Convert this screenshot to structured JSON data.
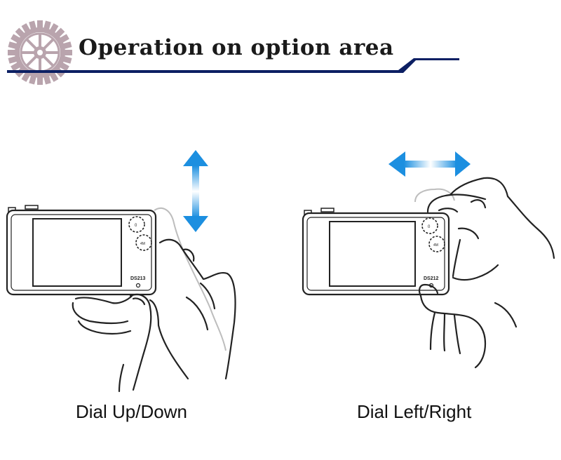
{
  "header": {
    "title": "Operation on option area",
    "gear_color": "#b9a4ad",
    "bar_color": "#0c1f63"
  },
  "panels": [
    {
      "caption": "Dial Up/Down",
      "device_label": "DS213",
      "gesture": "vertical-arrow-icon"
    },
    {
      "caption": "Dial Left/Right",
      "device_label": "DS212",
      "gesture": "horizontal-arrow-icon"
    }
  ],
  "colors": {
    "arrow": "#1c8fe0",
    "line": "#222222",
    "shadow_hand": "#bdbdbd"
  }
}
